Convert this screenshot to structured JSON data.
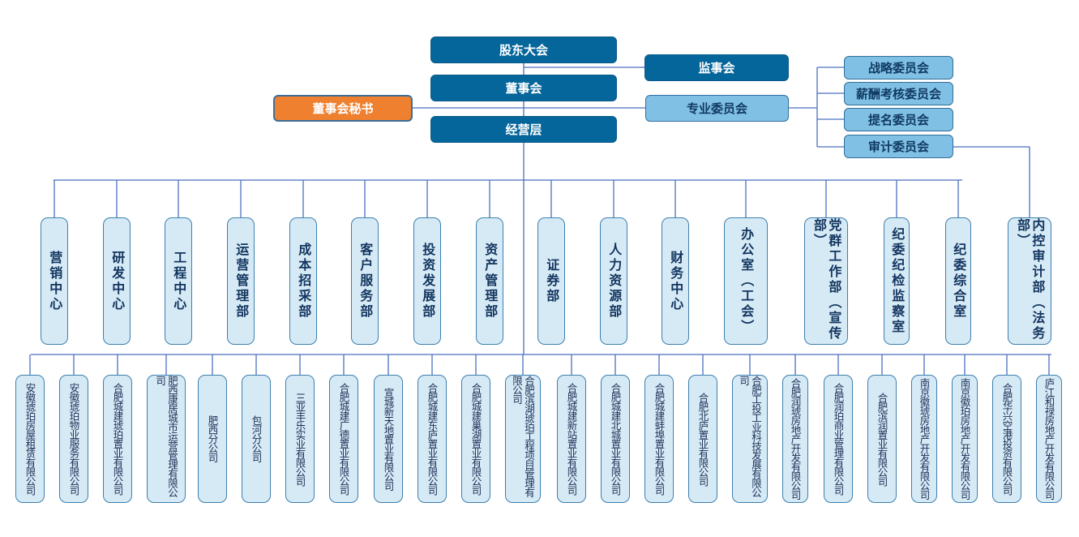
{
  "top": {
    "shareholders": "股东大会",
    "board": "董事会",
    "board_secretary": "董事会秘书",
    "management": "经营层",
    "supervisory_board": "监事会",
    "special_committees": "专业委员会"
  },
  "committees": [
    {
      "label": "战略委员会"
    },
    {
      "label": "薪酬考核委员会"
    },
    {
      "label": "提名委员会"
    },
    {
      "label": "审计委员会"
    }
  ],
  "departments": [
    {
      "label": "营销中心"
    },
    {
      "label": "研发中心"
    },
    {
      "label": "工程中心"
    },
    {
      "label": "运营管理部"
    },
    {
      "label": "成本招采部"
    },
    {
      "label": "客户服务部"
    },
    {
      "label": "投资发展部"
    },
    {
      "label": "资产管理部"
    },
    {
      "label": "证券部"
    },
    {
      "label": "人力资源部"
    },
    {
      "label": "财务中心"
    },
    {
      "label": "办公室（工会）"
    },
    {
      "label": "党群工作部（宣传部）"
    },
    {
      "label": "纪委纪检监察室"
    },
    {
      "label": "纪委综合室"
    },
    {
      "label": "内控审计部（法务部）"
    }
  ],
  "subsidiaries": [
    {
      "label": "安徽琥珀房屋租赁有限公司"
    },
    {
      "label": "安徽琥珀物业服务有限公司"
    },
    {
      "label": "合肥城建琥珀置业有限公司"
    },
    {
      "label": "肥西康居城市运营管理有限公司"
    },
    {
      "label": "肥西分公司"
    },
    {
      "label": "包河分公司"
    },
    {
      "label": "三亚丰乐实业有限公司"
    },
    {
      "label": "合肥城建广德置业有限公司"
    },
    {
      "label": "宣城新天地置业有限公司"
    },
    {
      "label": "合肥城建东庐置业有限公司"
    },
    {
      "label": "合肥城建巢湖置业有限公司"
    },
    {
      "label": "合肥滨湖琥珀工程项目管理有限公司"
    },
    {
      "label": "合肥城建新站置业有限公司"
    },
    {
      "label": "合肥城建北城置业有限公司"
    },
    {
      "label": "合肥城建蚌埠置业有限公司"
    },
    {
      "label": "合肥北庐置业有限公司"
    },
    {
      "label": "合肥工投工业科技发展有限公司"
    },
    {
      "label": "合肥润琥房地产开发有限公司"
    },
    {
      "label": "合肥润珀商业管理有限公司"
    },
    {
      "label": "合肥滨润置业有限公司"
    },
    {
      "label": "南京徽琥房地产开发有限公司"
    },
    {
      "label": "南京徽珀房地产开发有限公司"
    },
    {
      "label": "合肥华兴空港投资有限公司"
    },
    {
      "label": "庐江和禄房地产开发有限公司"
    }
  ],
  "colors": {
    "primary_dark": "#05669b",
    "accent_orange": "#ee8030",
    "committee_blue": "#80c0e4",
    "box_light": "#d6eaf6",
    "connector": "#4a6fc0"
  }
}
